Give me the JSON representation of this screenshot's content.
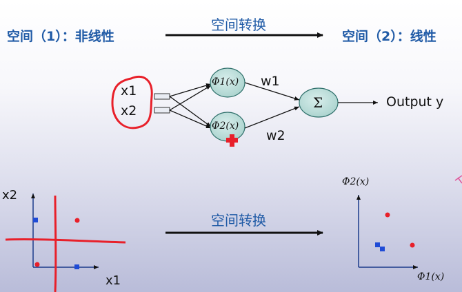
{
  "header": {
    "left_label": "空间（1）：非线性",
    "transform_label": "空间转换",
    "right_label": "空间（2）：线性"
  },
  "network": {
    "input1": "x1",
    "input2": "x2",
    "phi1": "Φ1(x)",
    "phi2": "Φ2(x)",
    "weight1": "w1",
    "weight2": "w2",
    "sum_symbol": "Σ",
    "output": "Output y"
  },
  "left_plot": {
    "ylabel": "x2",
    "xlabel": "x1"
  },
  "middle": {
    "transform_label": "空间转换"
  },
  "right_plot": {
    "ylabel": "Φ2(x)",
    "xlabel": "Φ1(x)"
  },
  "colors": {
    "title_blue": "#1f5aa6",
    "node_fill": "#b9dcd8",
    "annotation_red": "#e8202a",
    "point_red": "#e8202a",
    "point_blue": "#1f4bd6"
  }
}
